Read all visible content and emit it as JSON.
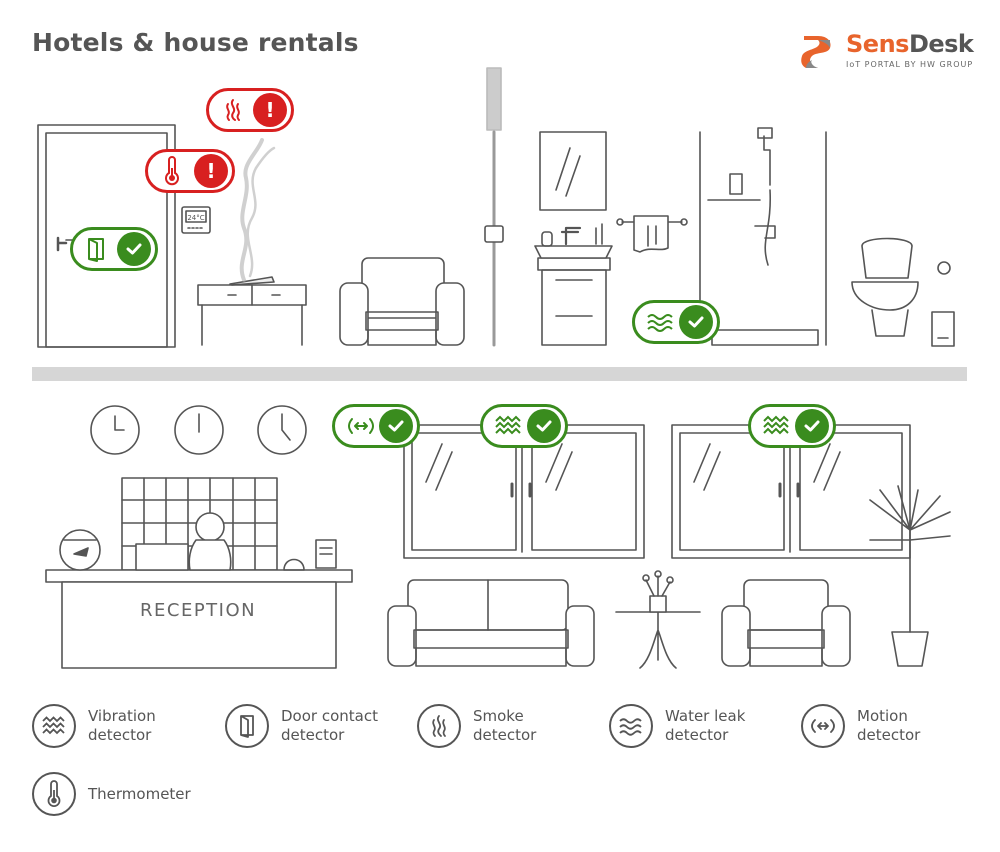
{
  "header": {
    "title": "Hotels & house rentals",
    "logo": {
      "name": "SensDesk",
      "tagline": "IoT PORTAL BY HW GROUP",
      "accent": "#e8642c"
    }
  },
  "colors": {
    "ok": "#3a8c1e",
    "alert": "#d82020",
    "line": "#555555",
    "floor": "#d6d6d6"
  },
  "scene": {
    "reception_sign": "RECEPTION",
    "thermostat_display": "24°C"
  },
  "badges": [
    {
      "id": "smoke-alert",
      "icon": "smoke-icon",
      "status": "alert",
      "status_glyph": "!"
    },
    {
      "id": "thermometer-alert",
      "icon": "thermometer-icon",
      "status": "alert",
      "status_glyph": "!"
    },
    {
      "id": "door-contact-ok",
      "icon": "door-contact-icon",
      "status": "ok"
    },
    {
      "id": "water-leak-ok",
      "icon": "water-leak-icon",
      "status": "ok"
    },
    {
      "id": "motion-ok",
      "icon": "motion-icon",
      "status": "ok"
    },
    {
      "id": "vibration-ok-1",
      "icon": "vibration-icon",
      "status": "ok"
    },
    {
      "id": "vibration-ok-2",
      "icon": "vibration-icon",
      "status": "ok"
    }
  ],
  "legend": [
    {
      "icon": "vibration-icon",
      "line1": "Vibration",
      "line2": "detector"
    },
    {
      "icon": "door-contact-icon",
      "line1": "Door contact",
      "line2": "detector"
    },
    {
      "icon": "smoke-icon",
      "line1": "Smoke",
      "line2": "detector"
    },
    {
      "icon": "water-leak-icon",
      "line1": "Water leak",
      "line2": "detector"
    },
    {
      "icon": "motion-icon",
      "line1": "Motion",
      "line2": "detector"
    },
    {
      "icon": "thermometer-icon",
      "line1": "Thermometer",
      "line2": ""
    }
  ]
}
